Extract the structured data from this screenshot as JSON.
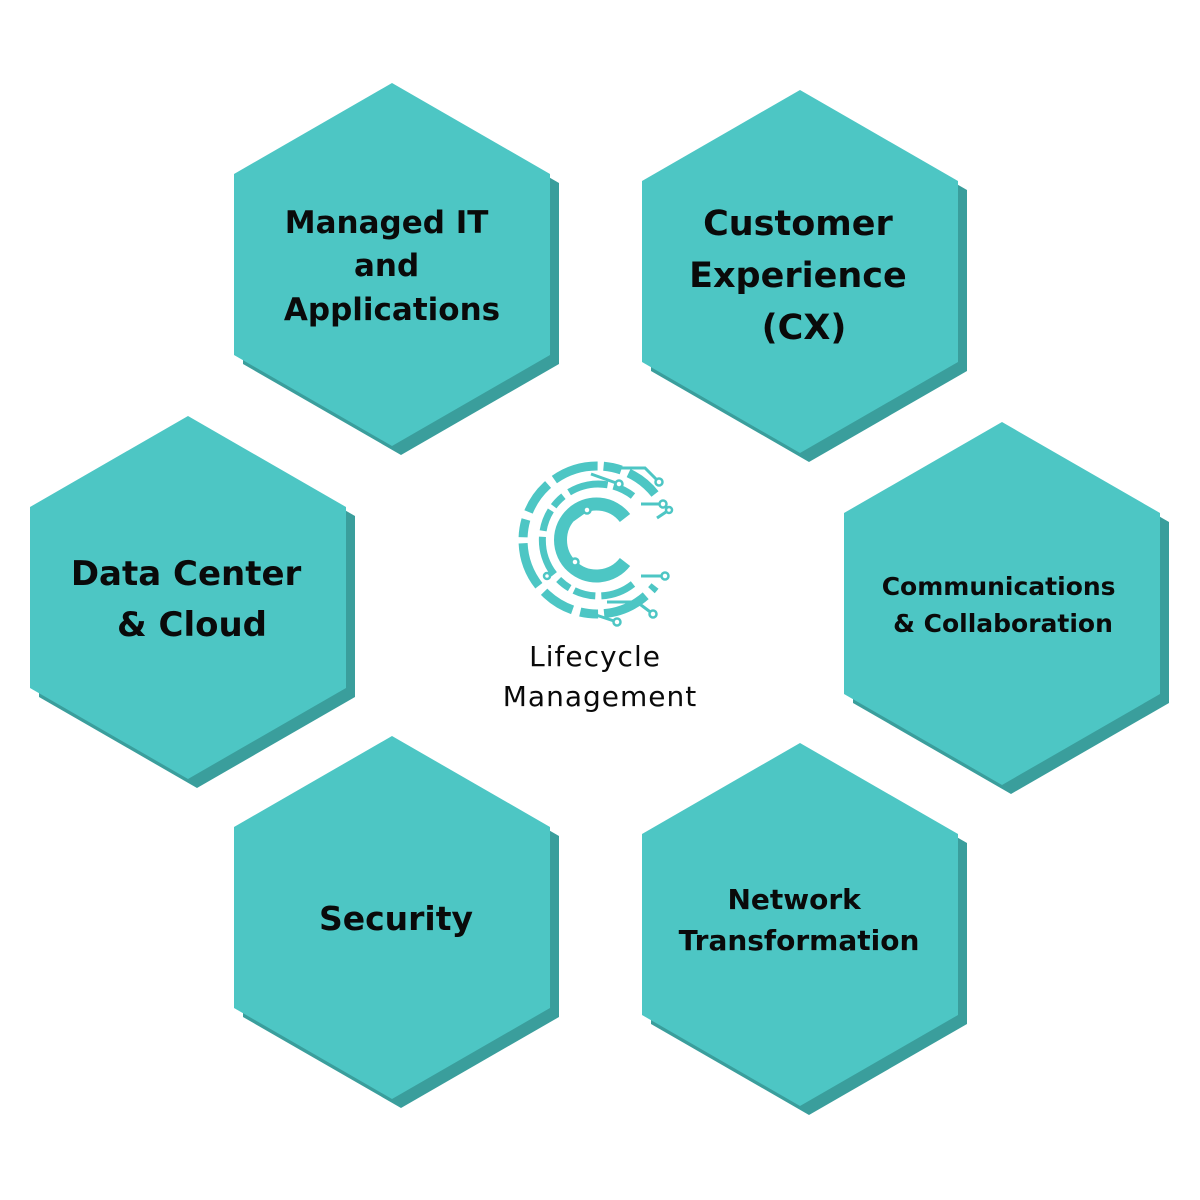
{
  "colors": {
    "hex_fill": "#4dc6c4",
    "hex_shadow": "#3a9e9c",
    "text": "#0a0a0a",
    "logo": "#4dc6c4",
    "background": "#ffffff"
  },
  "center": {
    "logo_icon": "circuit-c-icon",
    "label_line1": "Lifecycle",
    "label_line2": "Management"
  },
  "hexagons": [
    {
      "id": "managed-it",
      "lines": [
        "Managed IT",
        "and",
        "Applications"
      ]
    },
    {
      "id": "customer-experience",
      "lines": [
        "Customer",
        "Experience",
        "(CX)"
      ]
    },
    {
      "id": "data-center",
      "lines": [
        "Data Center",
        "& Cloud"
      ]
    },
    {
      "id": "communications",
      "lines": [
        "Communications",
        "& Collaboration"
      ]
    },
    {
      "id": "security",
      "lines": [
        "Security"
      ]
    },
    {
      "id": "network",
      "lines": [
        "Network",
        "Transformation"
      ]
    }
  ]
}
